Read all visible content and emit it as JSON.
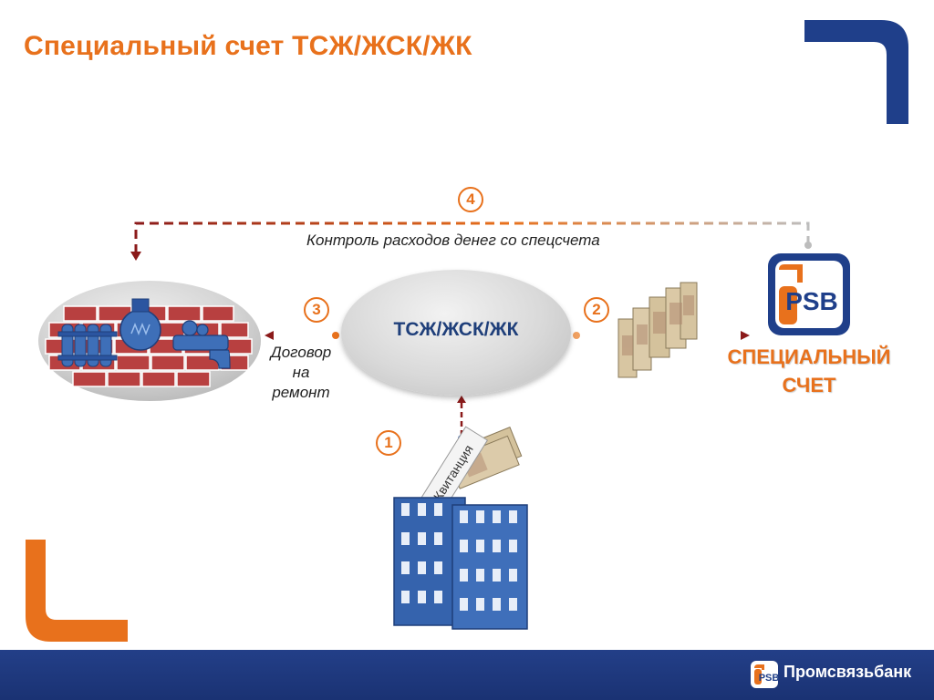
{
  "title": "Специальный счет ТСЖ/ЖСК/ЖК",
  "steps": {
    "step1": "1",
    "step2": "2",
    "step3": "3",
    "step4": "4"
  },
  "control_label": "Контроль расходов денег со спецсчета",
  "contract_label": [
    "Договор",
    "на",
    "ремонт"
  ],
  "hoa_label": "ТСЖ/ЖСК/ЖК",
  "receipt_label": "Квитанция",
  "special_account_label": [
    "СПЕЦИАЛЬНЫЙ",
    "СЧЕТ"
  ],
  "bank_logo_letters": "PSB",
  "footer_brand": "Промсвязьбанк",
  "colors": {
    "accent_orange": "#e8711c",
    "brand_blue": "#1f3f8a",
    "arrow_dark_red": "#8b1a1a"
  }
}
